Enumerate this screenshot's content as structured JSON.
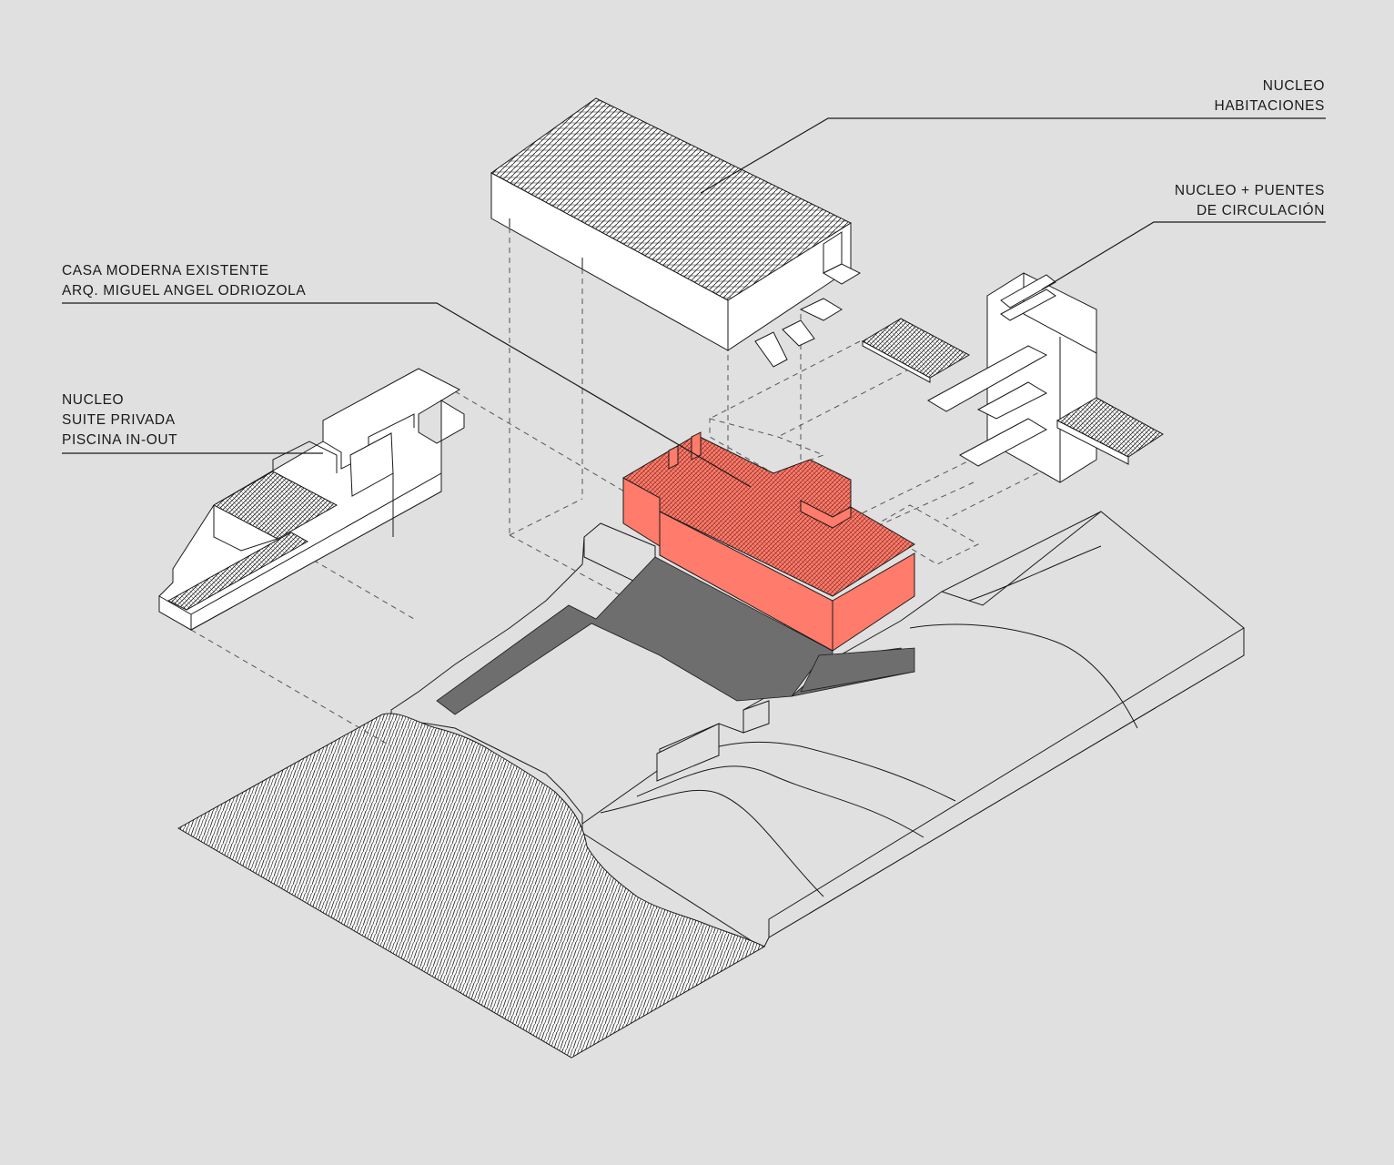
{
  "background": "#e0e0e0",
  "colors": {
    "highlight": "#ff7b6b",
    "shadow": "#6e6e6e",
    "line": "#1a1a1a",
    "volume": "#ffffff"
  },
  "labels": {
    "habitaciones": {
      "line1": "NUCLEO",
      "line2": "HABITACIONES"
    },
    "puentes": {
      "line1": "NUCLEO + PUENTES",
      "line2": "DE CIRCULACIÓN"
    },
    "casa": {
      "line1": "CASA MODERNA EXISTENTE",
      "line2": "ARQ. MIGUEL ANGEL ODRIOZOLA"
    },
    "suite": {
      "line1": "NUCLEO",
      "line2": "SUITE PRIVADA",
      "line3": "PISCINA IN-OUT"
    }
  }
}
